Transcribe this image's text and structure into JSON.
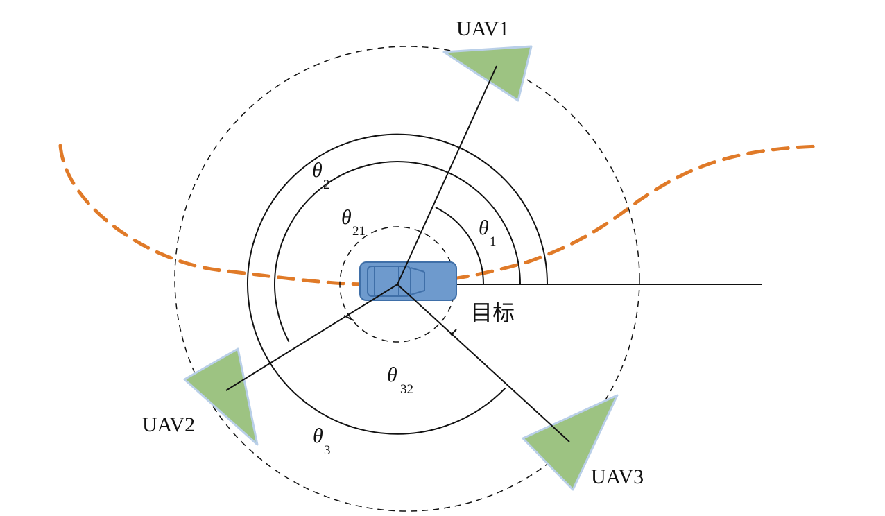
{
  "labels": {
    "uav1": "UAV1",
    "uav2": "UAV2",
    "uav3": "UAV3",
    "target": "目标"
  },
  "angles": {
    "theta_symbol": "θ",
    "theta1_sub": "1",
    "theta2_sub": "2",
    "theta3_sub": "3",
    "theta21_sub": "21",
    "theta32_sub": "32"
  },
  "colors": {
    "trajectory": "#E07A28",
    "uav_fill": "#9DC382",
    "uav_stroke": "#B9CFE8",
    "car_fill": "#6E9ACD",
    "car_stroke": "#3F6FA8",
    "line": "#111111"
  }
}
